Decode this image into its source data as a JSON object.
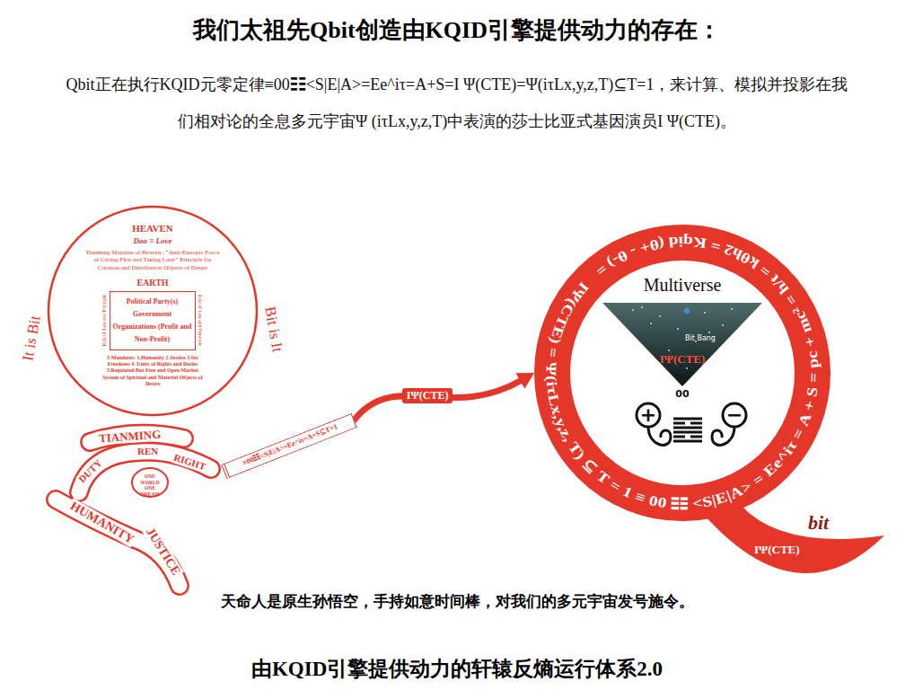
{
  "diagram": {
    "title": "我们太祖先Qbit创造由KQID引擎提供动力的存在：",
    "caption": "由KQID引擎提供动力的轩辕反熵运行体系2.0",
    "nodes": [
      {
        "text": [
          "HEAVEN",
          "Dao ≡ Love",
          "Tianming Mandate of Heaven : “Anti-Entropic Force of Giving First and Taking Later” Principle for Creation and Distribution Objects of Desire",
          "EARTH",
          "5 Mandates: 1.Humanity 2.Justice 3.Six Freedoms 4. Unity of Rights and Duties 5.Regulated But Free and Open Market System of Spiritual and Material Objects of Desire",
          "It is Bit",
          "Bit is It"
        ]
      },
      {
        "text": [
          "Political Party(s) Government Organizations (Profit and Non-Profit)",
          "Rule of Law and Principle",
          "Rule of Law and Principle"
        ],
        "in": 0
      },
      {
        "text": [
          "≡00☷<S|E|A>=Ee^iτ=A+S⊆T=1"
        ]
      },
      {
        "text": [
          "IΨ(CTE) = Ψ(iτLx,y,z, T) ⊆ T = 1 ≡ 00 ☷ <S|E|A> = Ee^iτ = A + S = pc + mc² = h/t = kθh2 = Kqid (θ+ - θ-) =",
          "bit",
          "IΨ(CTE)"
        ]
      },
      {
        "text": [
          "Multiverse",
          "Bit Bang",
          "IΨ(CTE)",
          "00"
        ],
        "in": 3
      }
    ],
    "edges": [
      {
        "from": 2,
        "to": 3,
        "arrow": "to",
        "label": "IΨ(CTE)"
      }
    ],
    "labels": [
      "Qbit正在执行KQID元零定律≡00☷<S|E|A>=Ee^iτ=A+S=I Ψ(CTE)=Ψ(iτLx,y,z,T)⊆T=1，来计算、模拟并投影在我们相对论的全息多元宇宙Ψ (iτLx,y,z,T)中表演的莎士比亚式基因演员I Ψ(CTE)。",
      "TIANMING",
      "REN",
      "DUTY",
      "RIGHT",
      "ONE WORLD ONE DREAM",
      "HUMANITY",
      "JUSTICE",
      "+",
      "−",
      "天命人是原生孙悟空，手持如意时间棒，对我们的多元宇宙发号施令。"
    ]
  }
}
